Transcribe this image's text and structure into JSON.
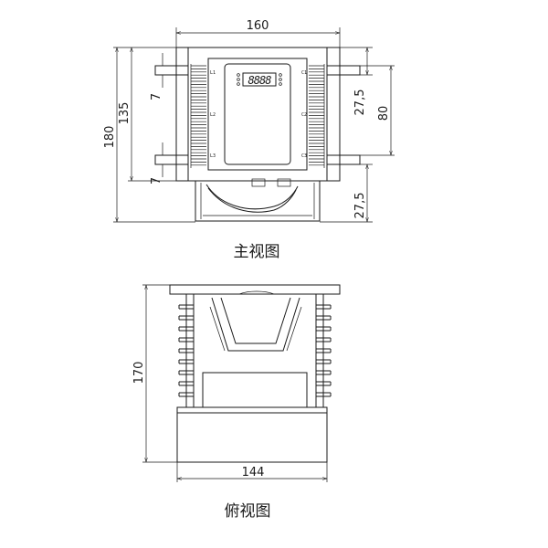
{
  "front_view": {
    "caption": "主视图",
    "dimensions": {
      "width": "160",
      "total_height": "180",
      "body_height": "135",
      "bracket_spacing_upper": "7",
      "bracket_spacing_lower": "7",
      "right_upper": "27,5",
      "right_middle": "80",
      "right_lower": "27,5"
    },
    "terminals_left": [
      "L1",
      "L2",
      "L3"
    ],
    "terminals_right": [
      "C1",
      "C2",
      "C3"
    ],
    "display_digits": "8888"
  },
  "top_view": {
    "caption": "俯视图",
    "dimensions": {
      "height": "170",
      "width": "144"
    }
  }
}
